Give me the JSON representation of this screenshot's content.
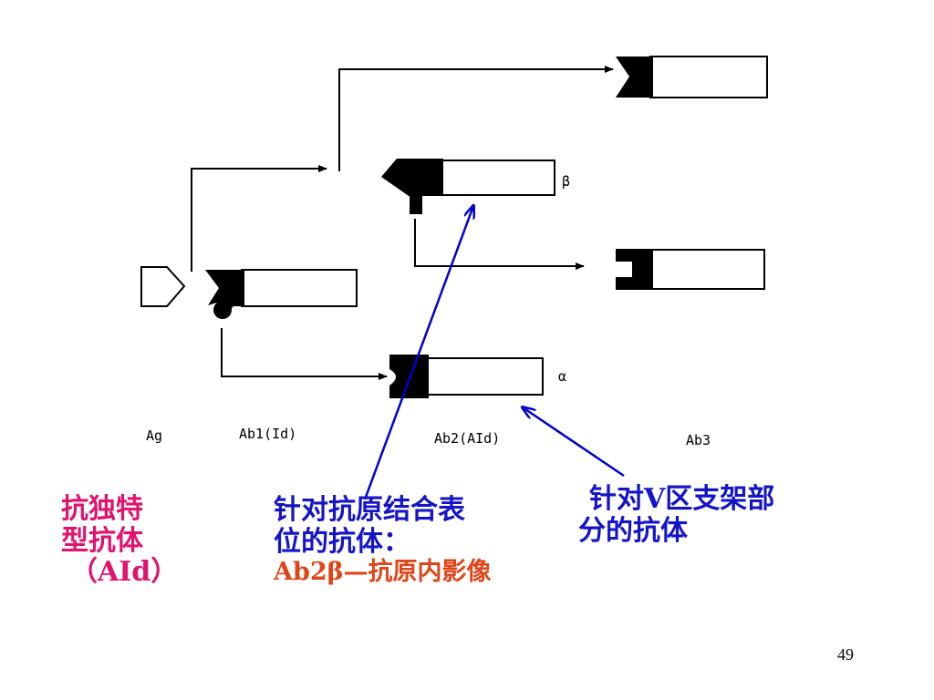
{
  "diagram": {
    "labels": {
      "ag": "Ag",
      "ab1": "Ab1(Id)",
      "ab2": "Ab2(AId)",
      "ab3": "Ab3",
      "beta": "β",
      "alpha": "α"
    }
  },
  "annotations": {
    "aid": {
      "line1": "抗独特",
      "line2": "型抗体",
      "line3": "（AId）"
    },
    "antigen_binding": {
      "line1": "针对抗原结合表",
      "line2": "位的抗体：",
      "line3": "Ab2β—抗原内影像"
    },
    "v_region": {
      "line1": "针对V区支架部",
      "line2": "分的抗体"
    }
  },
  "colors": {
    "pink": "#e0136e",
    "blue": "#1414c8",
    "red": "#e04418",
    "arrow": "#0000cc"
  },
  "footer": {
    "page_number": "49"
  }
}
